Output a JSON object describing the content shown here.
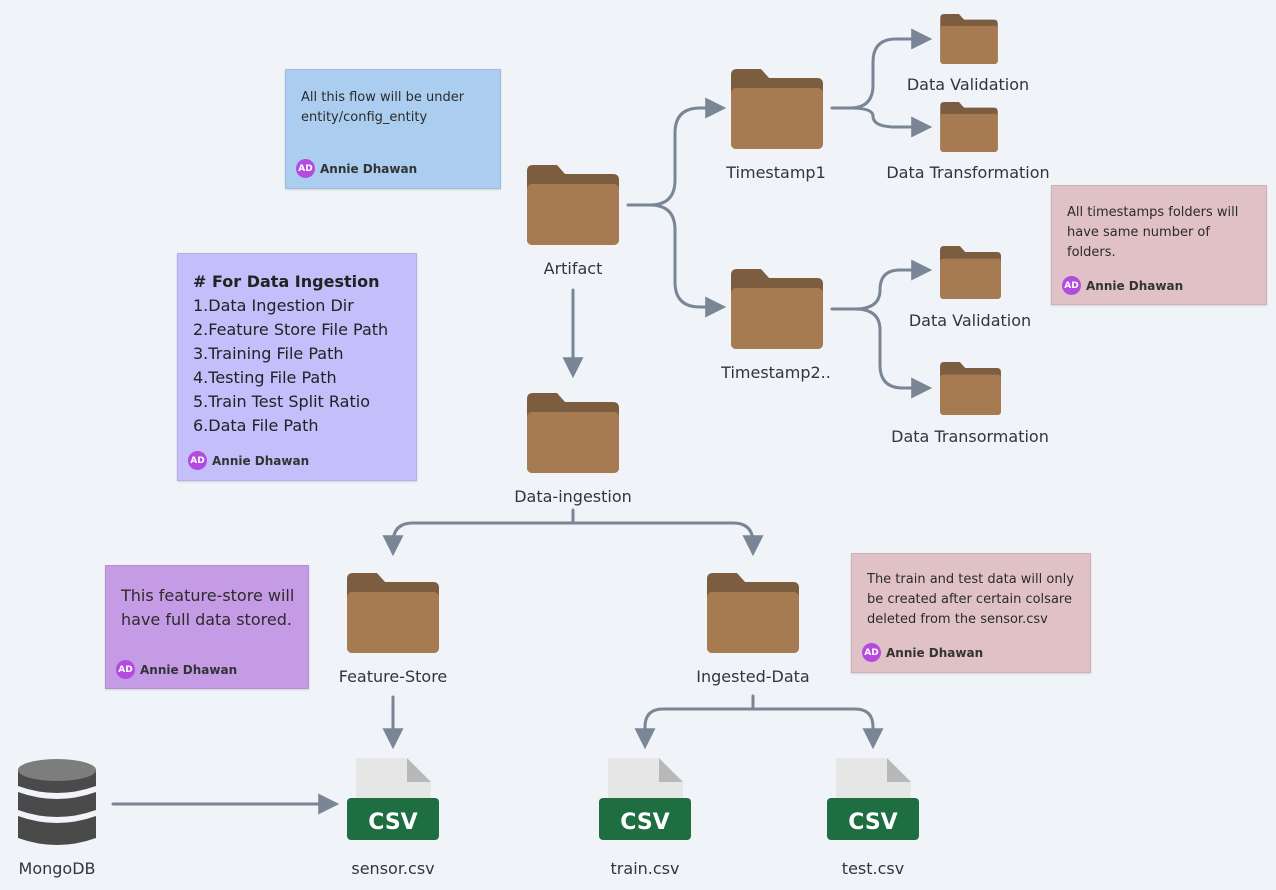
{
  "nodes": {
    "artifact": "Artifact",
    "timestamp1": "Timestamp1",
    "timestamp2": "Timestamp2..",
    "ts1_validation": "Data Validation",
    "ts1_transformation": "Data Transformation",
    "ts2_validation": "Data Validation",
    "ts2_transformation": "Data Transormation",
    "data_ingestion": "Data-ingestion",
    "feature_store": "Feature-Store",
    "ingested_data": "Ingested-Data",
    "mongodb": "MongoDB",
    "sensor_csv": "sensor.csv",
    "train_csv": "train.csv",
    "test_csv": "test.csv"
  },
  "csv_badge": "CSV",
  "notes": {
    "config": {
      "text": "All this flow will be under entity/config_entity",
      "author": "Annie Dhawan",
      "initials": "AD",
      "color": "#abcdf0"
    },
    "ingestion": {
      "title": "# For Data Ingestion",
      "items": [
        "1.Data Ingestion Dir",
        "2.Feature Store File Path",
        "3.Training File Path",
        "4.Testing File Path",
        "5.Train Test Split Ratio",
        "6.Data File Path"
      ],
      "author": "Annie Dhawan",
      "initials": "AD",
      "color": "#c4befb"
    },
    "timestamps": {
      "text": "All timestamps folders will have same number of folders.",
      "author": "Annie Dhawan",
      "initials": "AD",
      "color": "#e0c2c6"
    },
    "feature_store": {
      "text": "This feature-store will have full data stored.",
      "author": "Annie Dhawan",
      "initials": "AD",
      "color": "#c69be6"
    },
    "train_test": {
      "text": "The train and test data will only be created after certain colsare deleted from the sensor.csv",
      "author": "Annie Dhawan",
      "initials": "AD",
      "color": "#e0c2c6"
    }
  },
  "colors": {
    "folder_body": "#a77b51",
    "folder_tab": "#7d5d40",
    "connector": "#7a8696",
    "csv_green": "#1e6e42"
  }
}
